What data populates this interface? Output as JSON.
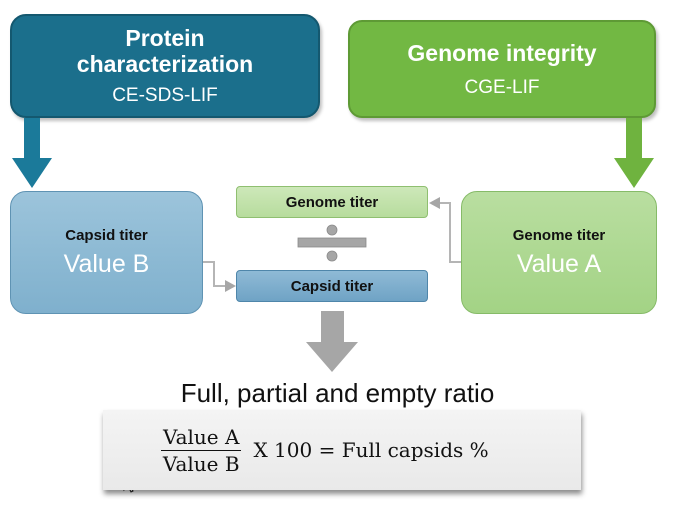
{
  "protein_box": {
    "title_line1": "Protein",
    "title_line2": "characterization",
    "method": "CE-SDS-LIF"
  },
  "genome_box": {
    "title": "Genome integrity",
    "method": "CGE-LIF"
  },
  "capsid_titer_box": {
    "label": "Capsid titer",
    "value": "Value B"
  },
  "genome_titer_box": {
    "label": "Genome titer",
    "value": "Value A"
  },
  "division": {
    "numerator_label": "Genome titer",
    "denominator_label": "Capsid titer"
  },
  "ratio_title": "Full, partial and empty ratio",
  "formula": {
    "numerator": "Value A",
    "denominator": "Value B",
    "rhs": "X 100 = Full capsids %"
  },
  "colors": {
    "protein": "#1b6f8c",
    "genome": "#72b843",
    "arrow_gray": "#a6a6a6"
  }
}
